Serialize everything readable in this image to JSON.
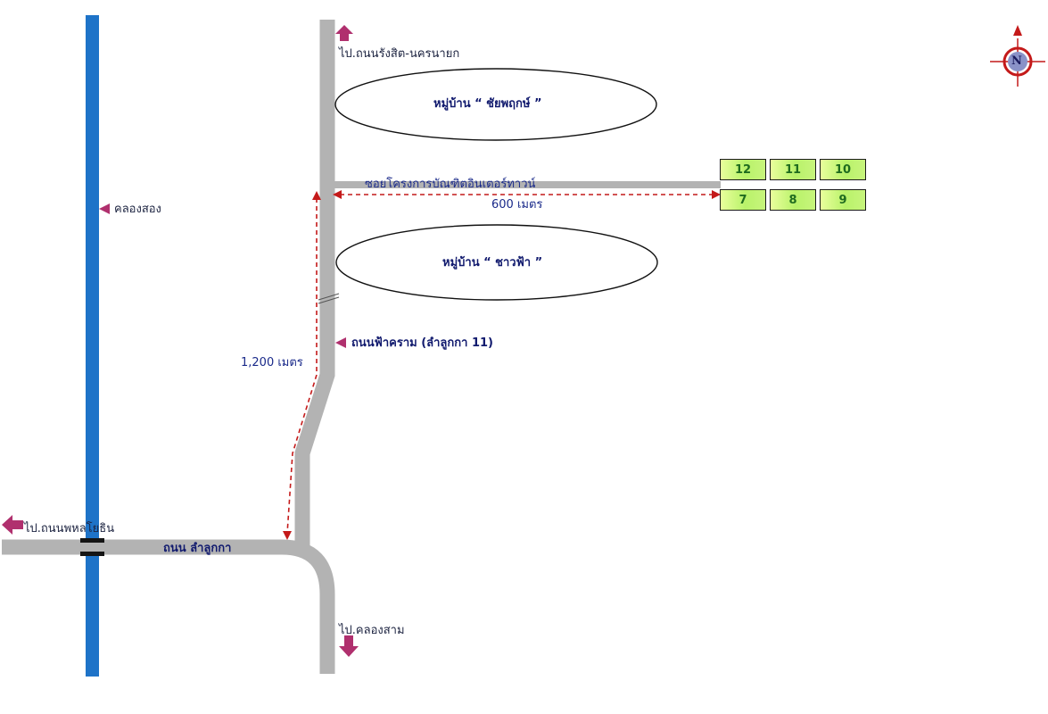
{
  "map": {
    "canal_label": "คลองสอง",
    "to_north_label": "ไป.ถนนรังสิต-นครนายก",
    "to_west_label": "ไป.ถนนพหลโยธิน",
    "to_south_label": "ไป.คลองสาม",
    "village_north": "หมู่บ้าน “ ชัยพฤกษ์ ”",
    "village_south": "หมู่บ้าน “ ชาวฟ้า ”",
    "soi_label": "ซอยโครงการบัณฑิตอินเตอร์ทาวน์",
    "distance_soi": "600 เมตร",
    "main_road_label": "ถนนฟ้าคราม (ลำลูกกา 11)",
    "distance_main": "1,200 เมตร",
    "lower_road_label": "ถนน ลำลูกกา",
    "compass_label": "N",
    "lots_top": [
      "12",
      "11",
      "10"
    ],
    "lots_bottom": [
      "7",
      "8",
      "9"
    ]
  },
  "colors": {
    "canal": "#1e73c8",
    "road": "#b3b3b3",
    "arrow": "#b0306e",
    "distance_line": "#c41a1a",
    "compass": "#c41a1a"
  }
}
